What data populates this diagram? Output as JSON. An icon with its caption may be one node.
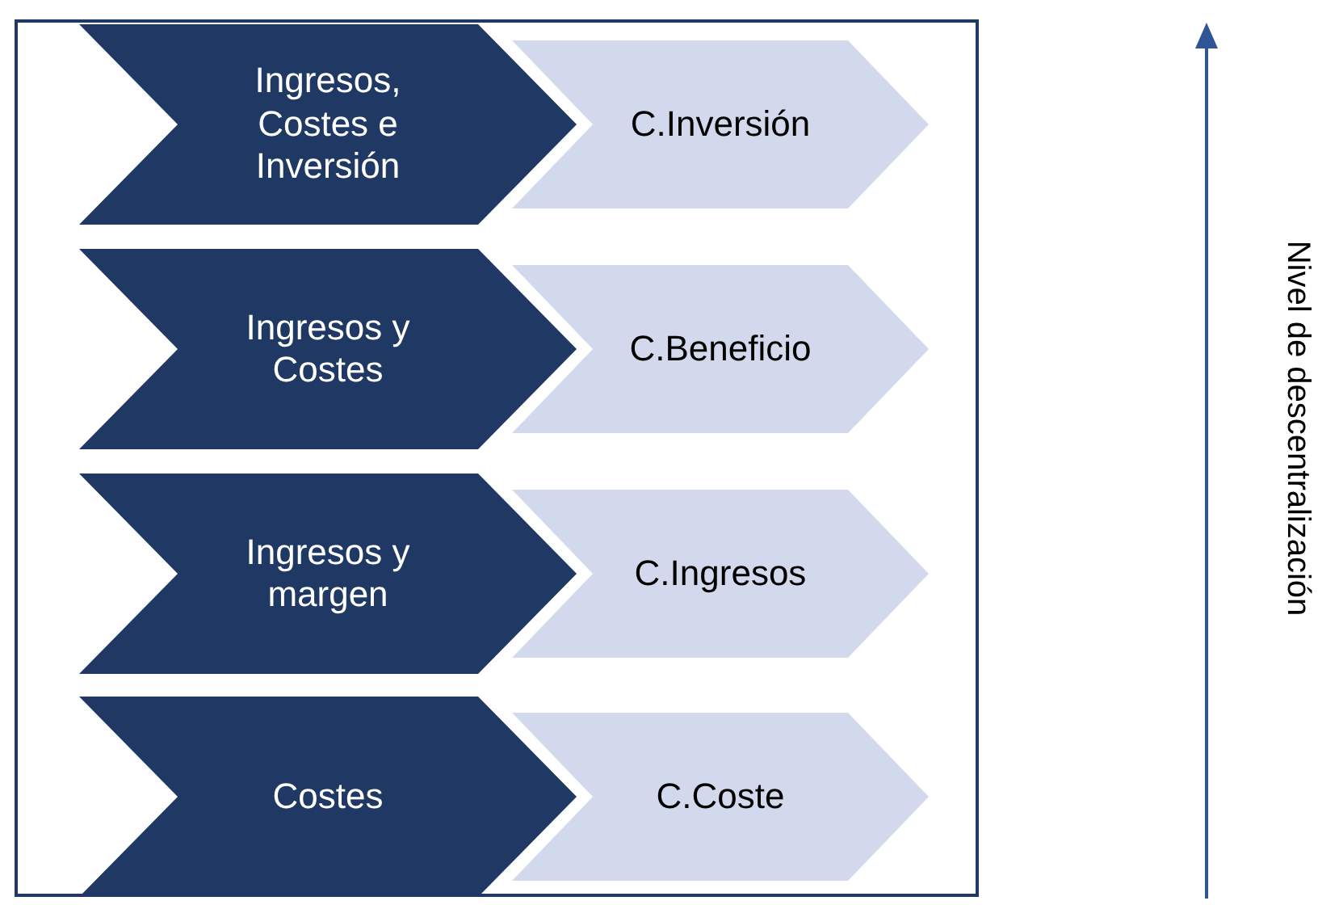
{
  "diagram": {
    "nodes": [
      {
        "text": [],
        "shape": "box"
      },
      {
        "text": [
          "Ingresos, Costes e Inversión"
        ],
        "in": 0
      },
      {
        "text": [
          "C.Inversión"
        ],
        "in": 0
      },
      {
        "text": [
          "Ingresos y Costes"
        ],
        "in": 0
      },
      {
        "text": [
          "C.Beneficio"
        ],
        "in": 0
      },
      {
        "text": [
          "Ingresos y margen"
        ],
        "in": 0
      },
      {
        "text": [
          "C.Ingresos"
        ],
        "in": 0
      },
      {
        "text": [
          "Costes"
        ],
        "in": 0
      },
      {
        "text": [
          "C.Coste"
        ],
        "in": 0
      }
    ],
    "labels": [
      "Nivel de descentralización"
    ]
  }
}
